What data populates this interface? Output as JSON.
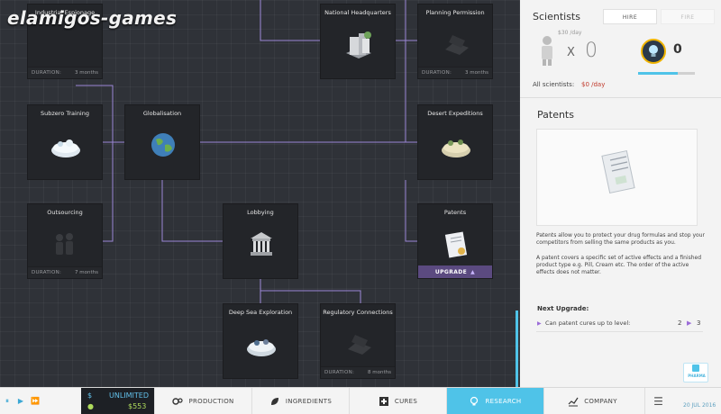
{
  "watermark": "elamigos-games",
  "research_tree": {
    "nodes": [
      {
        "id": "industrial",
        "title": "Industrial Espionage",
        "duration_label": "DURATION:",
        "duration": "3 months"
      },
      {
        "id": "national_hq",
        "title": "National Headquarters"
      },
      {
        "id": "planning",
        "title": "Planning Permission",
        "duration_label": "DURATION:",
        "duration": "3 months"
      },
      {
        "id": "subzero",
        "title": "Subzero Training"
      },
      {
        "id": "globalisation",
        "title": "Globalisation"
      },
      {
        "id": "desert",
        "title": "Desert Expeditions"
      },
      {
        "id": "outsourcing",
        "title": "Outsourcing",
        "duration_label": "DURATION:",
        "duration": "7 months"
      },
      {
        "id": "lobbying",
        "title": "Lobbying"
      },
      {
        "id": "patents",
        "title": "Patents",
        "upgrade_label": "UPGRADE"
      },
      {
        "id": "deepsea",
        "title": "Deep Sea Exploration"
      },
      {
        "id": "regulatory",
        "title": "Regulatory Connections",
        "duration_label": "DURATION:",
        "duration": "8 months"
      }
    ]
  },
  "panel": {
    "scientists_title": "Scientists",
    "hire_label": "HIRE",
    "fire_label": "FIRE",
    "scientist_cost": "$30 /day",
    "times": "X",
    "scientist_count": "0",
    "research_points": "0",
    "research_progress": 0.7,
    "all_scientists_label": "All scientists:",
    "all_scientists_value": "$0 /day",
    "patents_title": "Patents",
    "description_1": "Patents allow you to protect your drug formulas and stop your competitors from selling the same products as you.",
    "description_2": "A patent covers a specific set of active effects and a finished product type e.g. Pill, Cream etc. The order of the active effects does not matter.",
    "next_upgrade_label": "Next Upgrade:",
    "upgrade_text": "Can patent cures up to level:",
    "upgrade_from": "2",
    "upgrade_to": "3",
    "logo_text": "PHARMA",
    "date": "20 JUL 2016"
  },
  "bottombar": {
    "cash_symbol": "$",
    "cash_label": "UNLIMITED",
    "balance": "$553",
    "tabs": [
      {
        "id": "production",
        "label": "PRODUCTION"
      },
      {
        "id": "ingredients",
        "label": "INGREDIENTS"
      },
      {
        "id": "cures",
        "label": "CURES"
      },
      {
        "id": "research",
        "label": "RESEARCH"
      },
      {
        "id": "company",
        "label": "COMPANY"
      }
    ]
  },
  "colors": {
    "accent": "#4fc3e8",
    "upgrade": "#5b4a80",
    "link_line": "#9b87d6"
  }
}
